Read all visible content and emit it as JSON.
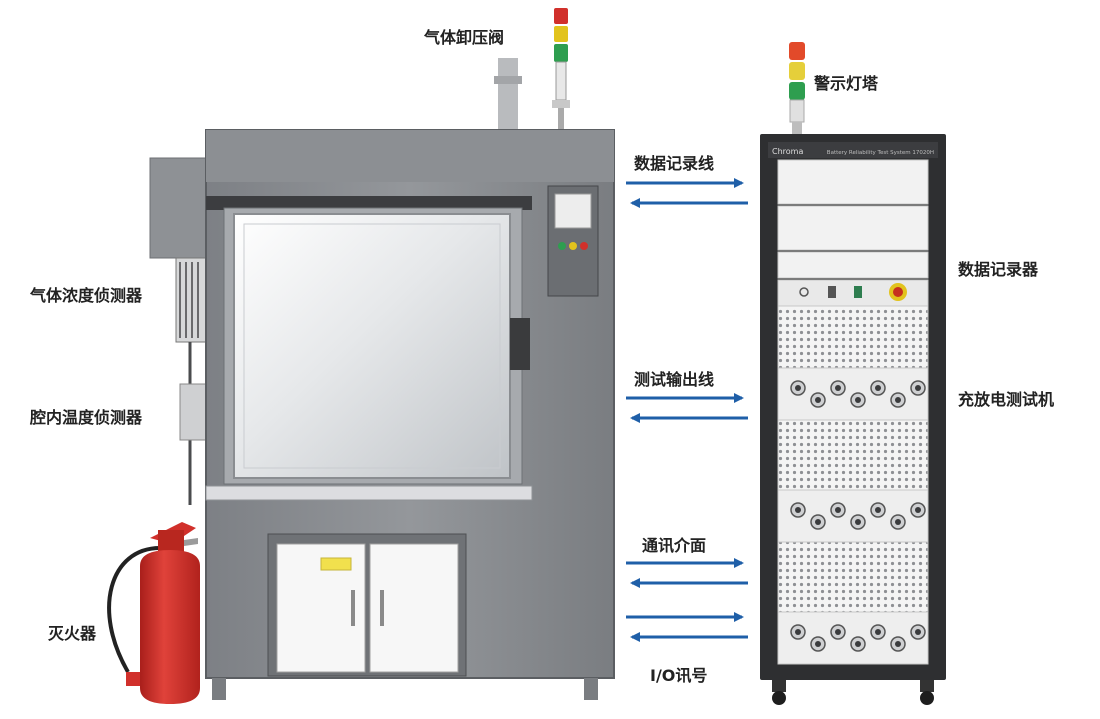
{
  "labels": {
    "gas_relief_valve": "气体卸压阀",
    "warning_tower": "警示灯塔",
    "gas_detector": "气体浓度侦测器",
    "temp_detector": "腔内温度侦测器",
    "fire_extinguisher": "灭火器",
    "data_log_line": "数据记录线",
    "test_output_line": "测试输出线",
    "comm_interface": "通讯介面",
    "io_signal": "I/O讯号",
    "data_recorder": "数据记录器",
    "charge_tester": "充放电测试机"
  },
  "rack": {
    "brand": "Chroma",
    "model": "Battery Reliability Test System 17020H"
  },
  "colors": {
    "arrow": "#1f5fa8",
    "chamber_body": "#8a8d91",
    "chamber_dark": "#5f6266",
    "extinguisher": "#d1302b",
    "rack_frame": "#2e2f31"
  }
}
